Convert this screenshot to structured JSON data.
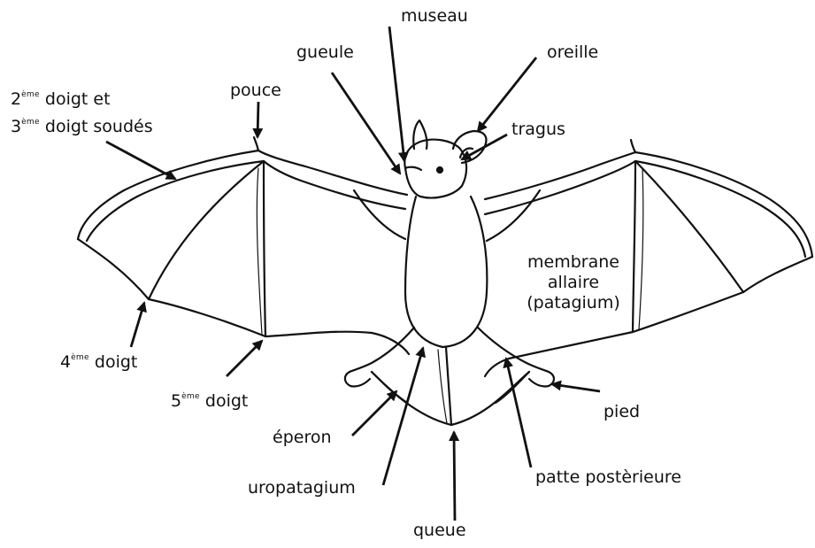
{
  "colors": {
    "ink": "#111111",
    "background": "#ffffff"
  },
  "labels": {
    "museau": "museau",
    "gueule": "gueule",
    "oreille": "oreille",
    "pouce": "pouce",
    "tragus": "tragus",
    "doigt23_num_a": "2",
    "doigt23_sup_a": "ème",
    "doigt23_line1_rest": " doigt et",
    "doigt23_num_b": "3",
    "doigt23_sup_b": "ème",
    "doigt23_line2_rest": " doigt soudés",
    "membrane_line1": "membrane",
    "membrane_line2": "allaire",
    "membrane_line3": "(patagium)",
    "doigt4_num": "4",
    "doigt4_sup": "ème",
    "doigt4_rest": " doigt",
    "doigt5_num": "5",
    "doigt5_sup": "ème",
    "doigt5_rest": " doigt",
    "pied": "pied",
    "eperon": "éperon",
    "uropatagium": "uropatagium",
    "patte": "patte postèrieure",
    "queue": "queue"
  }
}
